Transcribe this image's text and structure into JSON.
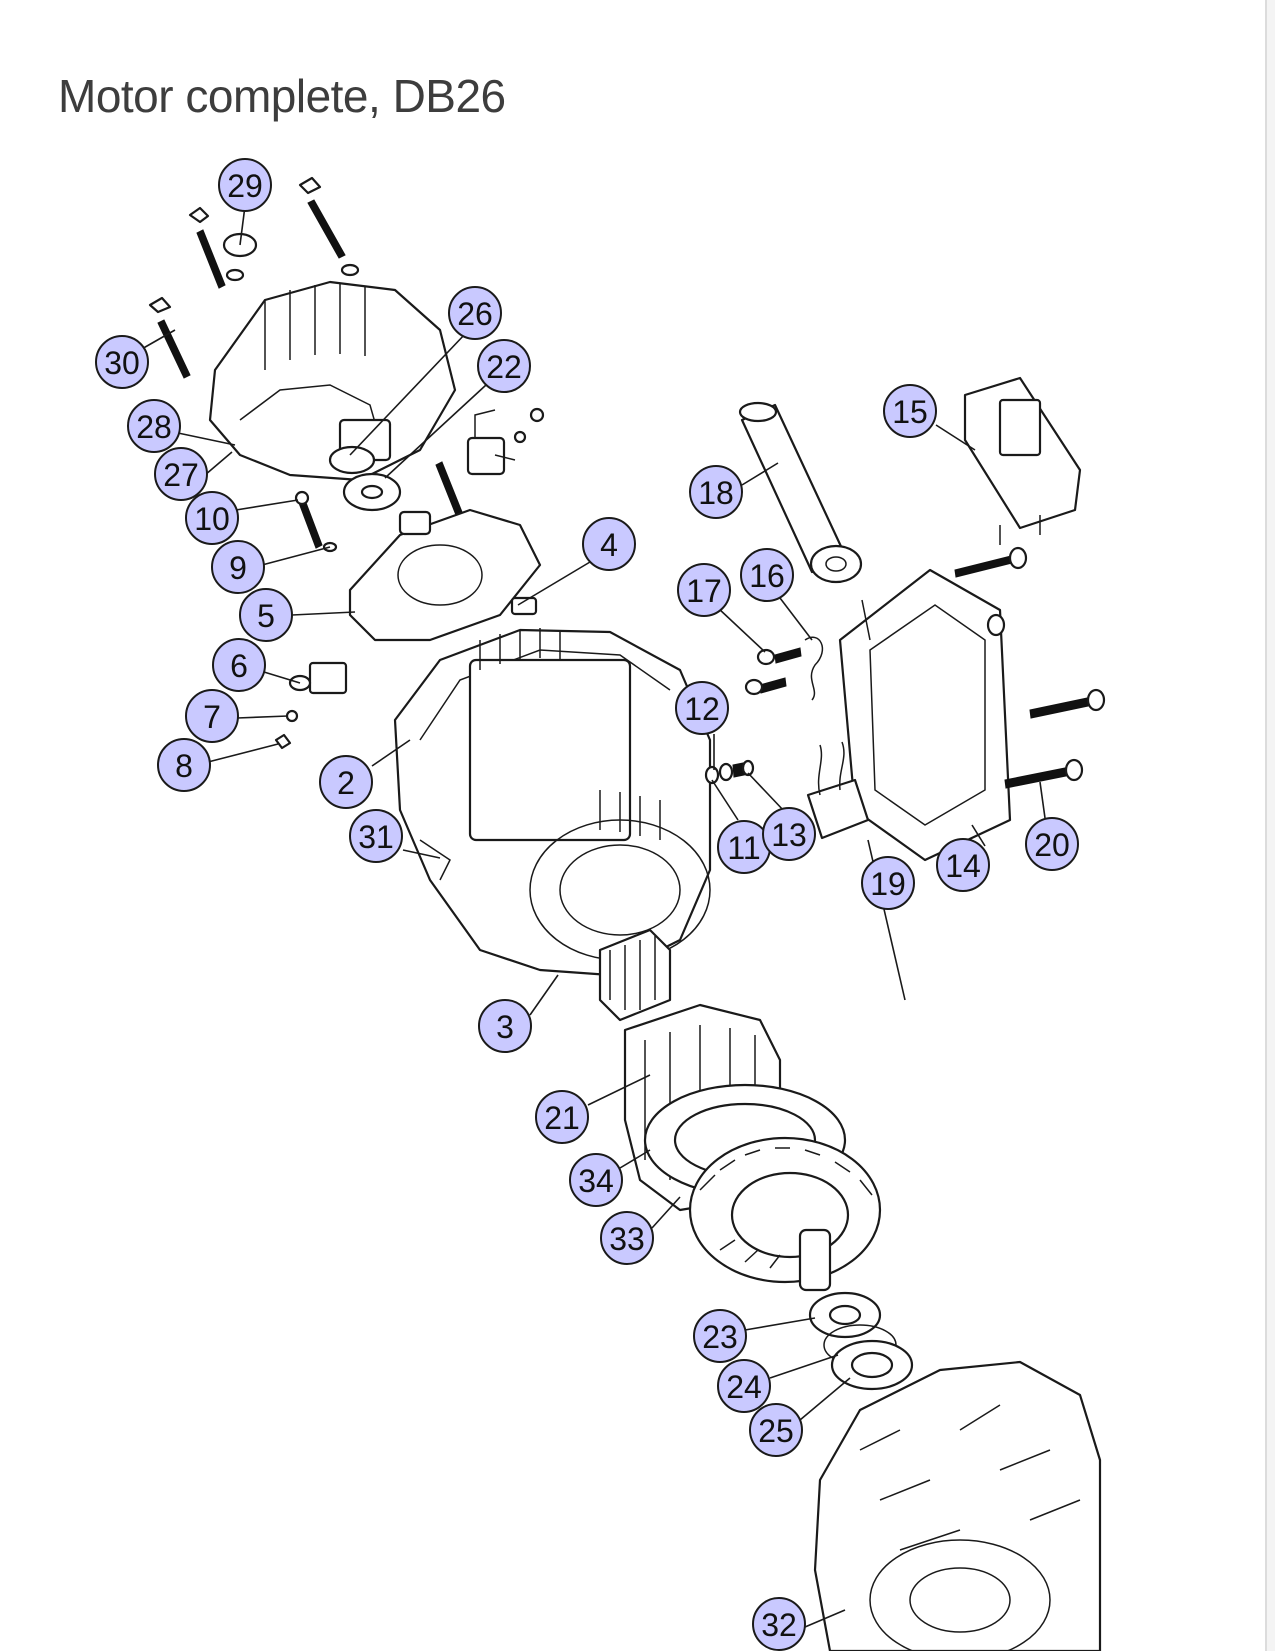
{
  "page": {
    "title": "Motor complete, DB26"
  },
  "diagram": {
    "callouts": [
      "29",
      "30",
      "26",
      "22",
      "28",
      "27",
      "10",
      "9",
      "5",
      "4",
      "6",
      "7",
      "8",
      "2",
      "31",
      "3",
      "21",
      "34",
      "33",
      "23",
      "24",
      "25",
      "32",
      "15",
      "18",
      "17",
      "16",
      "12",
      "11",
      "13",
      "19",
      "14",
      "20"
    ],
    "callout_fill": "#c9c9ff"
  }
}
